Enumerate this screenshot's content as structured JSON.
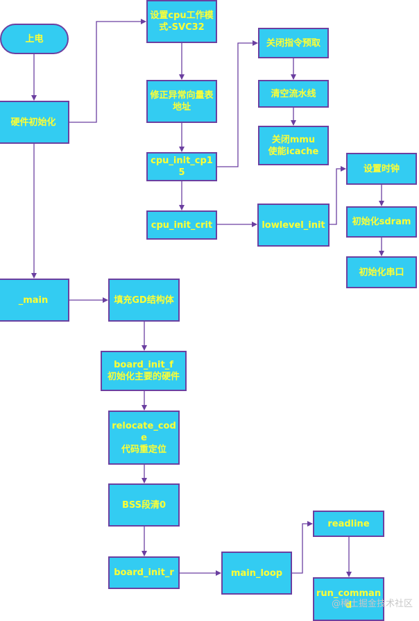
{
  "nodes": {
    "power_on": "上电",
    "hw_init": "硬件初始化",
    "main": "_main",
    "set_cpu_mode": "设置cpu工作模式-SVC32",
    "fix_vector": "修正异常向量表地址",
    "cp15": "cpu_init_cp15",
    "crit": "cpu_init_crit",
    "close_prefetch": "关闭指令预取",
    "clear_pipeline": "清空流水线",
    "mmu": "关闭mmu\n使能icache",
    "lowlevel": "lowlevel_init",
    "set_clock": "设置时钟",
    "init_sdram": "初始化sdram",
    "init_uart": "初始化串口",
    "fill_gd": "填充GD结构体",
    "board_init_f": "board_init_f\n初始化主要的硬件",
    "relocate": "relocate_code\n代码重定位",
    "bss": "BSS段清0",
    "board_init_r": "board_init_r",
    "main_loop": "main_loop",
    "readline": "readline",
    "run_command": "run_command"
  },
  "watermark": "@稀土掘金技术社区",
  "colors": {
    "fill": "#33ccf2",
    "border": "#6b3fa0",
    "text": "#ffff33",
    "arrow": "#6b3fa0"
  }
}
